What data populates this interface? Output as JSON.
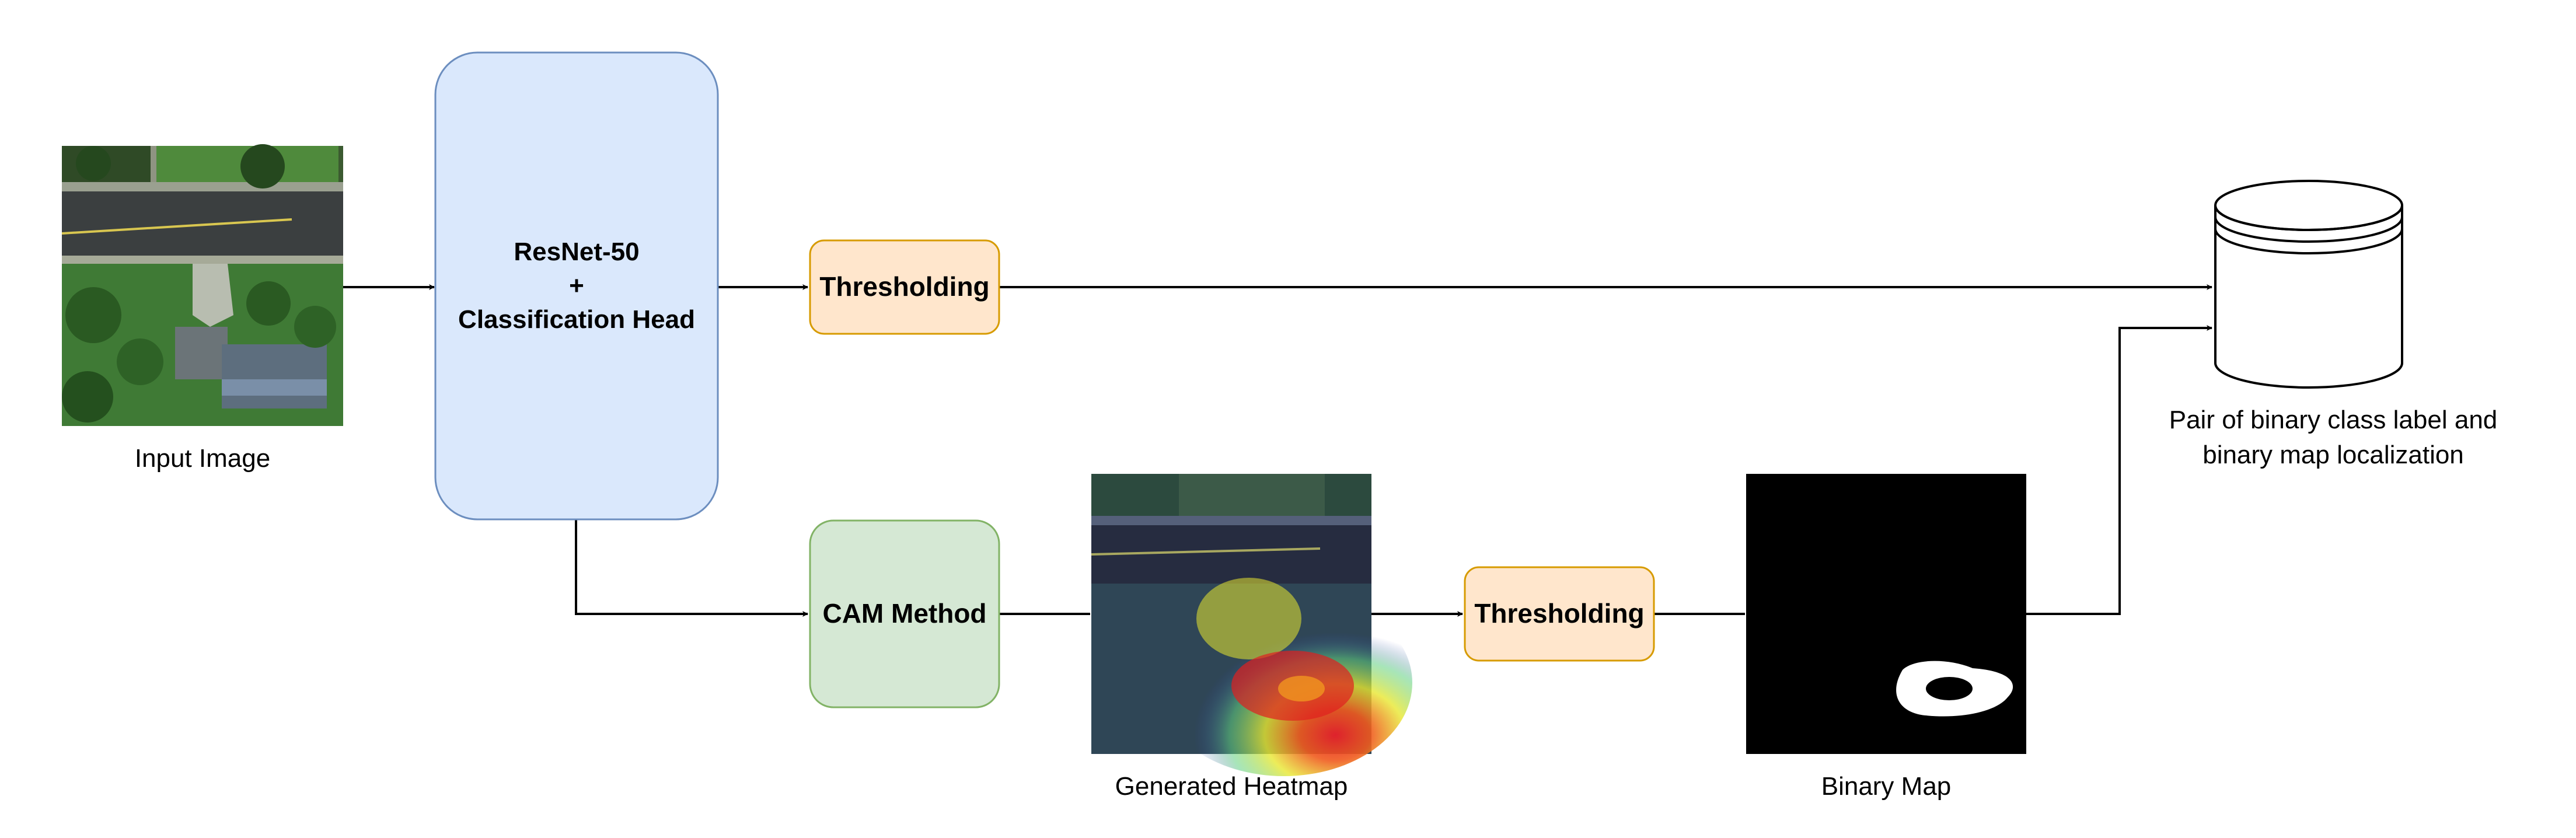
{
  "nodes": {
    "input_image_caption": "Input Image",
    "resnet": [
      "ResNet-50",
      "+",
      "Classification Head"
    ],
    "thresholding_top": "Thresholding",
    "cam_method": "CAM Method",
    "heatmap_caption": "Generated Heatmap",
    "thresholding_bottom": "Thresholding",
    "binary_map_caption": "Binary Map",
    "output_caption": [
      "Pair of binary class label and",
      "binary map localization"
    ]
  },
  "colors": {
    "resnet_fill": "#dae8fc",
    "resnet_stroke": "#6c8ebf",
    "threshold_fill": "#ffe6cc",
    "threshold_stroke": "#d79b00",
    "cam_fill": "#d5e8d4",
    "cam_stroke": "#82b366",
    "edge": "#000000"
  }
}
